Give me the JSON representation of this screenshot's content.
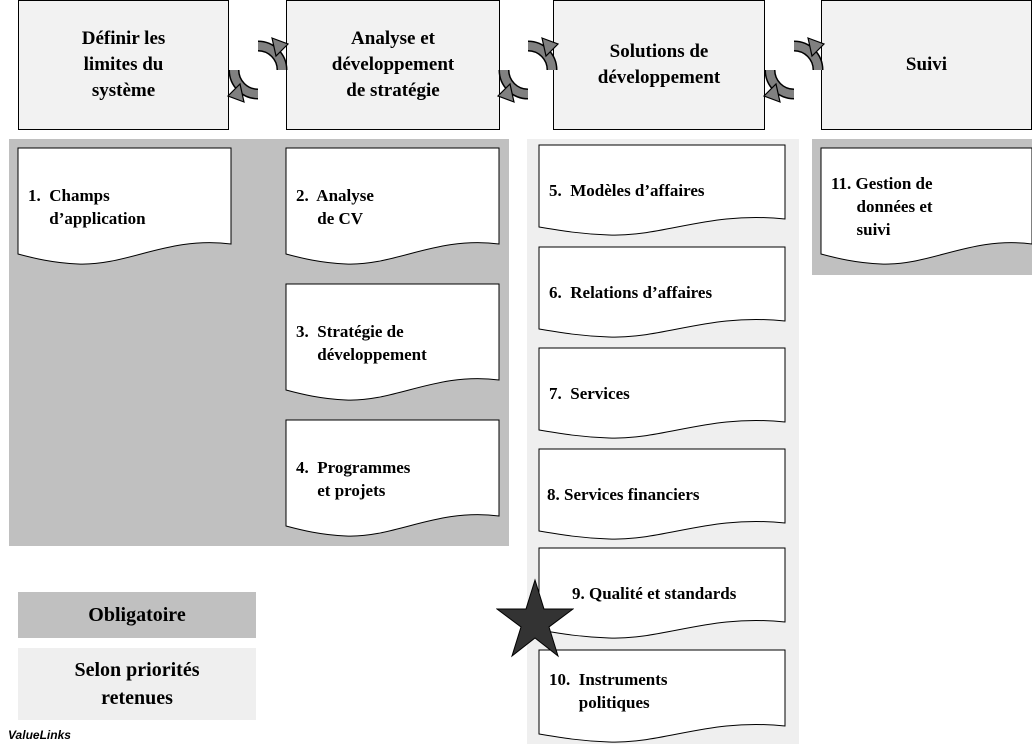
{
  "headers": [
    {
      "label": "Définir les\nlimites du\nsystème"
    },
    {
      "label": "Analyse et\ndéveloppement\nde stratégie"
    },
    {
      "label": "Solutions de\ndéveloppement"
    },
    {
      "label": "Suivi"
    }
  ],
  "modules": [
    {
      "text": "1.  Champs\n     d’application"
    },
    {
      "text": "2.  Analyse\n     de CV"
    },
    {
      "text": "3.  Stratégie de\n     développement"
    },
    {
      "text": "4.  Programmes\n     et projets"
    },
    {
      "text": "5.  Modèles d’affaires"
    },
    {
      "text": "6.  Relations d’affaires"
    },
    {
      "text": "7.  Services"
    },
    {
      "text": "8. Services financiers"
    },
    {
      "text": "9. Qualité et standards"
    },
    {
      "text": "10.  Instruments\n       politiques"
    },
    {
      "text": "11. Gestion de\n      données et\n      suivi"
    }
  ],
  "legend": {
    "mandatory": "Obligatoire",
    "optional": "Selon priorités\nretenues"
  },
  "source": "ValueLinks",
  "colors": {
    "mandatory": "#c0c0c0",
    "optional": "#efefef",
    "header": "#f2f2f2",
    "star": "#333333",
    "cycle_arrow": "#808080"
  },
  "icons": [
    "cycle-arrow-icon",
    "star-icon"
  ]
}
